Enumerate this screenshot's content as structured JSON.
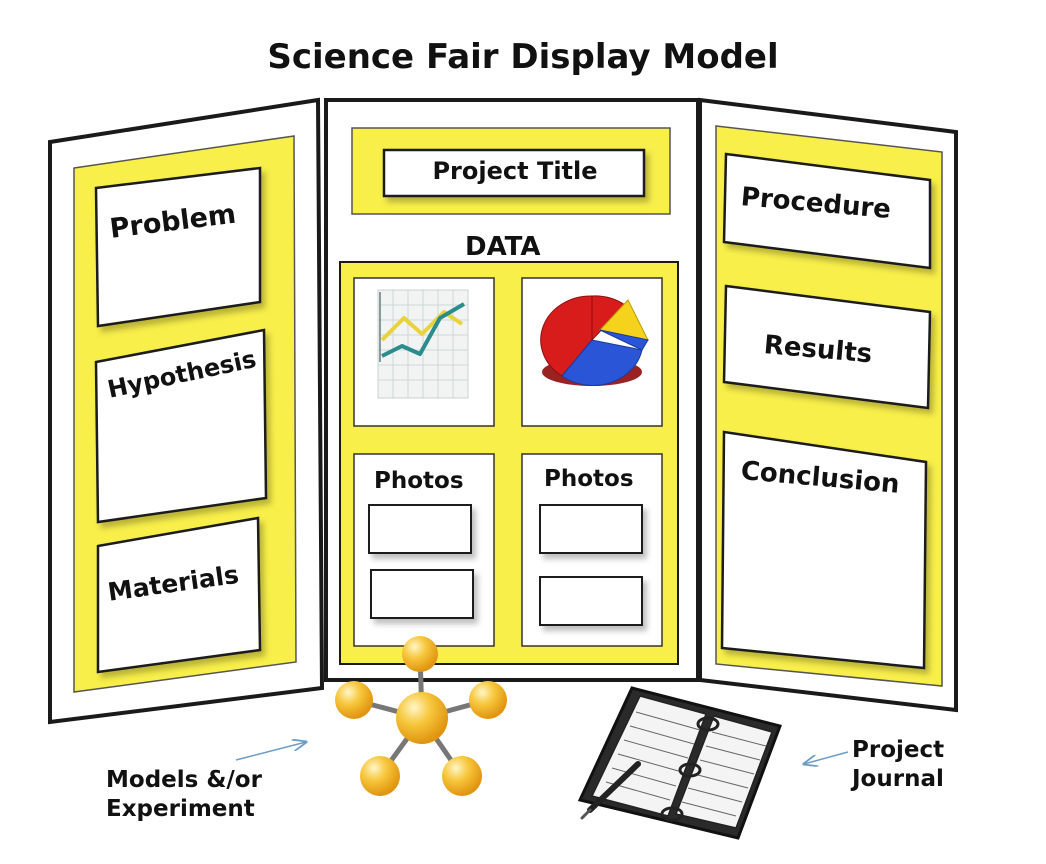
{
  "title": "Science Fair Display Model",
  "left_panel": {
    "sections": [
      "Problem",
      "Hypothesis",
      "Materials"
    ]
  },
  "center_panel": {
    "project_title": "Project Title",
    "data_heading": "DATA",
    "photos_left": "Photos",
    "photos_right": "Photos",
    "graph_icon": "line-graph-icon",
    "pie_icon": "pie-chart-icon"
  },
  "right_panel": {
    "sections": [
      "Procedure",
      "Results",
      "Conclusion"
    ]
  },
  "annotations": {
    "models": "Models &/or\nExperiment",
    "journal": "Project\nJournal",
    "models_icon": "molecule-model-icon",
    "journal_icon": "notebook-icon"
  },
  "colors": {
    "board_yellow": "#f8ef4a",
    "outline": "#1a1a1a",
    "arrow": "#6d9cc4",
    "sphere": "#f5b21c",
    "pie_red": "#d81c1c",
    "pie_blue": "#2a55d6",
    "pie_yellow": "#f5d21c",
    "graph_teal": "#2b8c8c",
    "graph_yellow": "#e8d43a"
  }
}
